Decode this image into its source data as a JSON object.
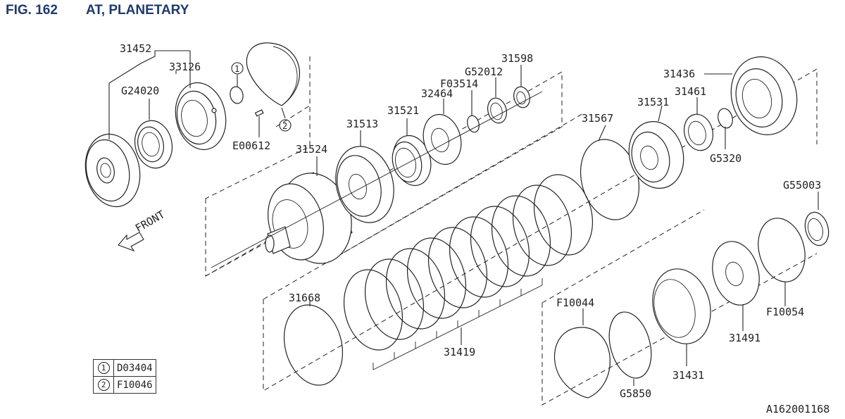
{
  "header": {
    "figure": "FIG. 162",
    "title": "AT, PLANETARY"
  },
  "labels": {
    "p31452": "31452",
    "p33126": "33126",
    "pG24020": "G24020",
    "pE00612": "E00612",
    "p31524": "31524",
    "p31513": "31513",
    "p31521": "31521",
    "p32464": "32464",
    "pF03514": "F03514",
    "pG52012": "G52012",
    "p31598": "31598",
    "p31567": "31567",
    "p31531": "31531",
    "p31461": "31461",
    "p31436": "31436",
    "pG5320": "G5320",
    "pG55003": "G55003",
    "p31668": "31668",
    "p31419": "31419",
    "pF10044": "F10044",
    "pF10054": "F10054",
    "p31491": "31491",
    "p31431": "31431",
    "pG5850": "G5850"
  },
  "callouts": {
    "c1": "1",
    "c2": "2"
  },
  "front_label": "FRONT",
  "legend": [
    {
      "mark": "1",
      "part": "D03404"
    },
    {
      "mark": "2",
      "part": "F10046"
    }
  ],
  "diagram_id": "A162001168"
}
